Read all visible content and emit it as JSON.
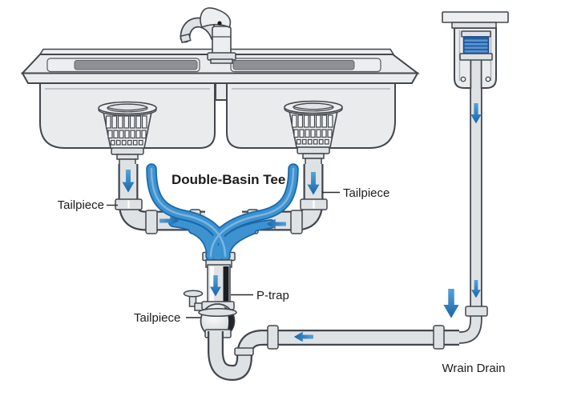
{
  "labels": {
    "double_basin_tee": "Double-Basin Tee",
    "tailpiece_left": "Tailpiece",
    "tailpiece_right": "Tailpiece",
    "tailpiece_trap": "Tailpiece",
    "p_trap": "P-trap",
    "main_drain": "Wrain Drain"
  },
  "colors": {
    "background": "#ffffff",
    "pipe_outline": "#42474d",
    "pipe_fill": "#dfe2e5",
    "pipe_fill_light": "#eceef0",
    "sink_fill": "#e9ebed",
    "panel_dark": "#8d9195",
    "stripe_black": "#1b1d20",
    "water_dark": "#1a68a8",
    "water_mid": "#3d92d0",
    "water_light": "#79b6e2",
    "arrow_top": "#54a3da",
    "arrow_bottom": "#1865a9",
    "coil_blue": "#2360a8",
    "coil_light": "#5e96cf",
    "ball_hi": "#fbfcfd",
    "ball_sh": "#c6cacf",
    "text": "#1c1c1c"
  }
}
